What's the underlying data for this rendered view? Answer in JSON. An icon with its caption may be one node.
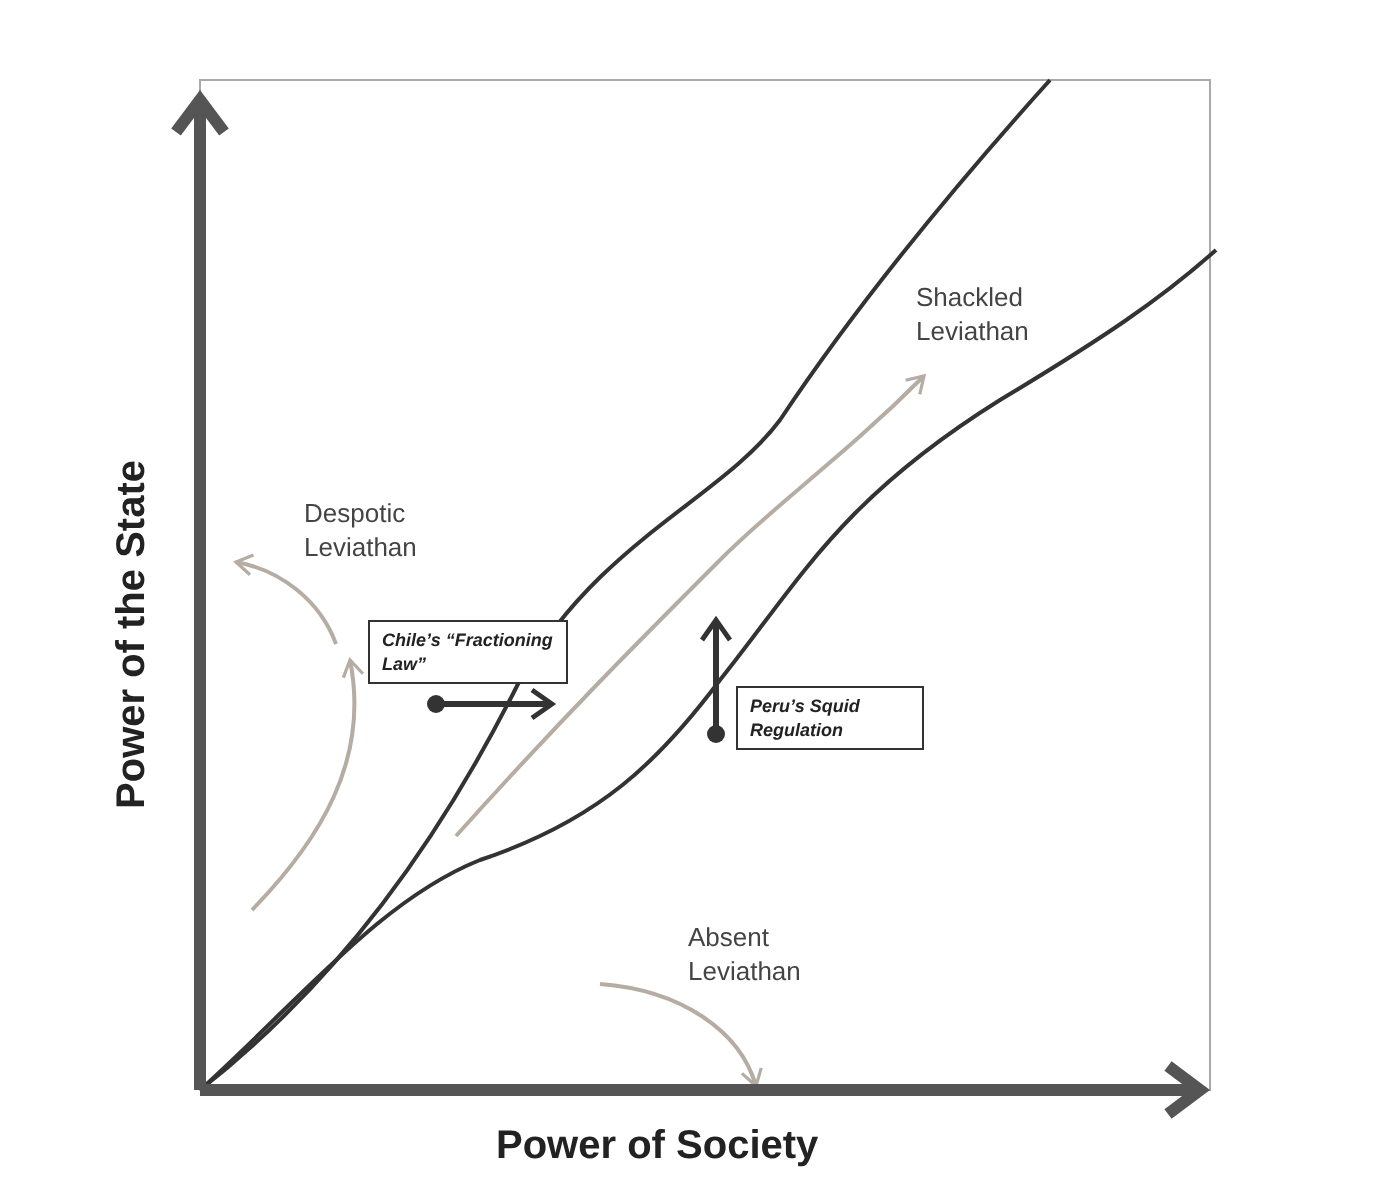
{
  "diagram": {
    "nodes": [
      {
        "text": [
          "Chile’s “Fractioning Law”"
        ]
      },
      {
        "text": [
          "Peru’s Squid Regulation"
        ]
      }
    ],
    "labels": [
      "Shackled Leviathan",
      "Despotic Leviathan",
      "Absent Leviathan",
      "Power of the State",
      "Power of Society"
    ]
  }
}
